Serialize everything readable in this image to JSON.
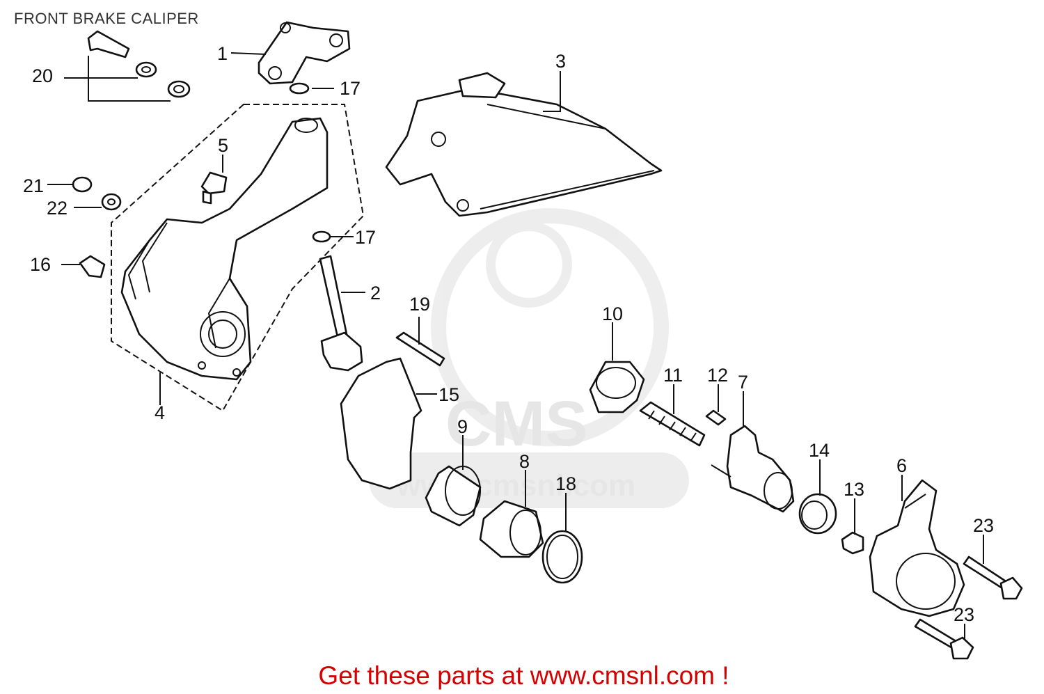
{
  "title": "FRONT BRAKE CALIPER",
  "footer": {
    "text": "Get these parts at www.cmsnl.com !"
  },
  "watermark": {
    "logo_text": "CMS",
    "url_text": "www.cmsnl.com"
  },
  "callouts": {
    "c1": "1",
    "c2": "2",
    "c3": "3",
    "c4": "4",
    "c5": "5",
    "c6": "6",
    "c7": "7",
    "c8": "8",
    "c9": "9",
    "c10": "10",
    "c11": "11",
    "c12": "12",
    "c13": "13",
    "c14": "14",
    "c15": "15",
    "c16": "16",
    "c17a": "17",
    "c17b": "17",
    "c18": "18",
    "c19": "19",
    "c20": "20",
    "c21": "21",
    "c22": "22",
    "c23a": "23",
    "c23b": "23"
  }
}
